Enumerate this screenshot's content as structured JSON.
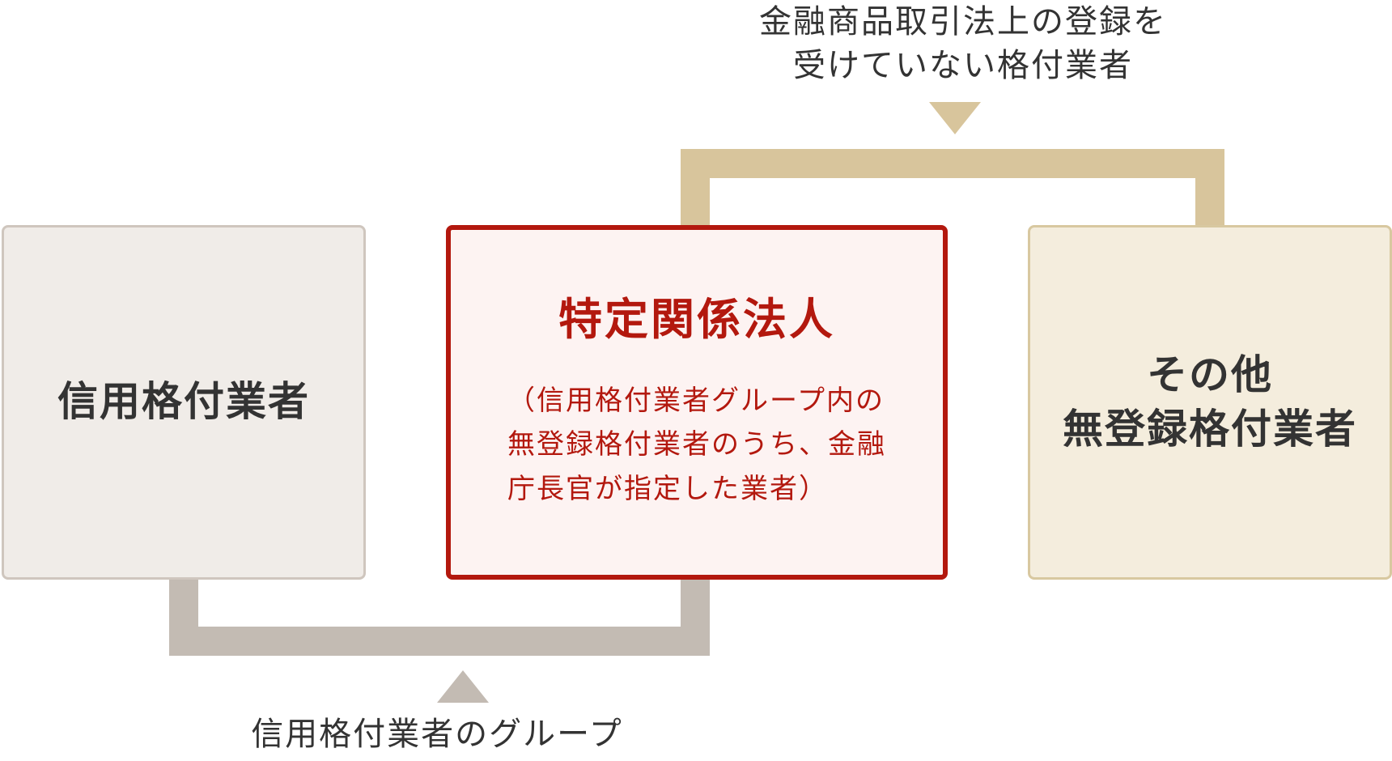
{
  "diagram": {
    "top_label": "金融商品取引法上の登録を\n受けていない格付業者",
    "bottom_label": "信用格付業者のグループ",
    "boxes": {
      "left": {
        "title": "信用格付業者"
      },
      "center": {
        "title": "特定関係法人",
        "description": "（信用格付業者グループ内の\n無登録格付業者のうち、金融\n庁長官が指定した業者）"
      },
      "right": {
        "title": "その他\n無登録格付業者"
      }
    },
    "colors": {
      "left_fill": "#f0ece8",
      "left_border": "#cfc6be",
      "center_fill": "#fdf3f2",
      "center_border": "#b3180e",
      "right_fill": "#f4eddd",
      "right_border": "#d8c8a0",
      "bottom_bracket": "#c3bbb3",
      "top_bracket": "#d8c59c",
      "text_dark": "#333333",
      "text_red": "#b3180e"
    },
    "icons": {
      "top_arrow": "triangle-down",
      "bottom_arrow": "triangle-up"
    }
  }
}
